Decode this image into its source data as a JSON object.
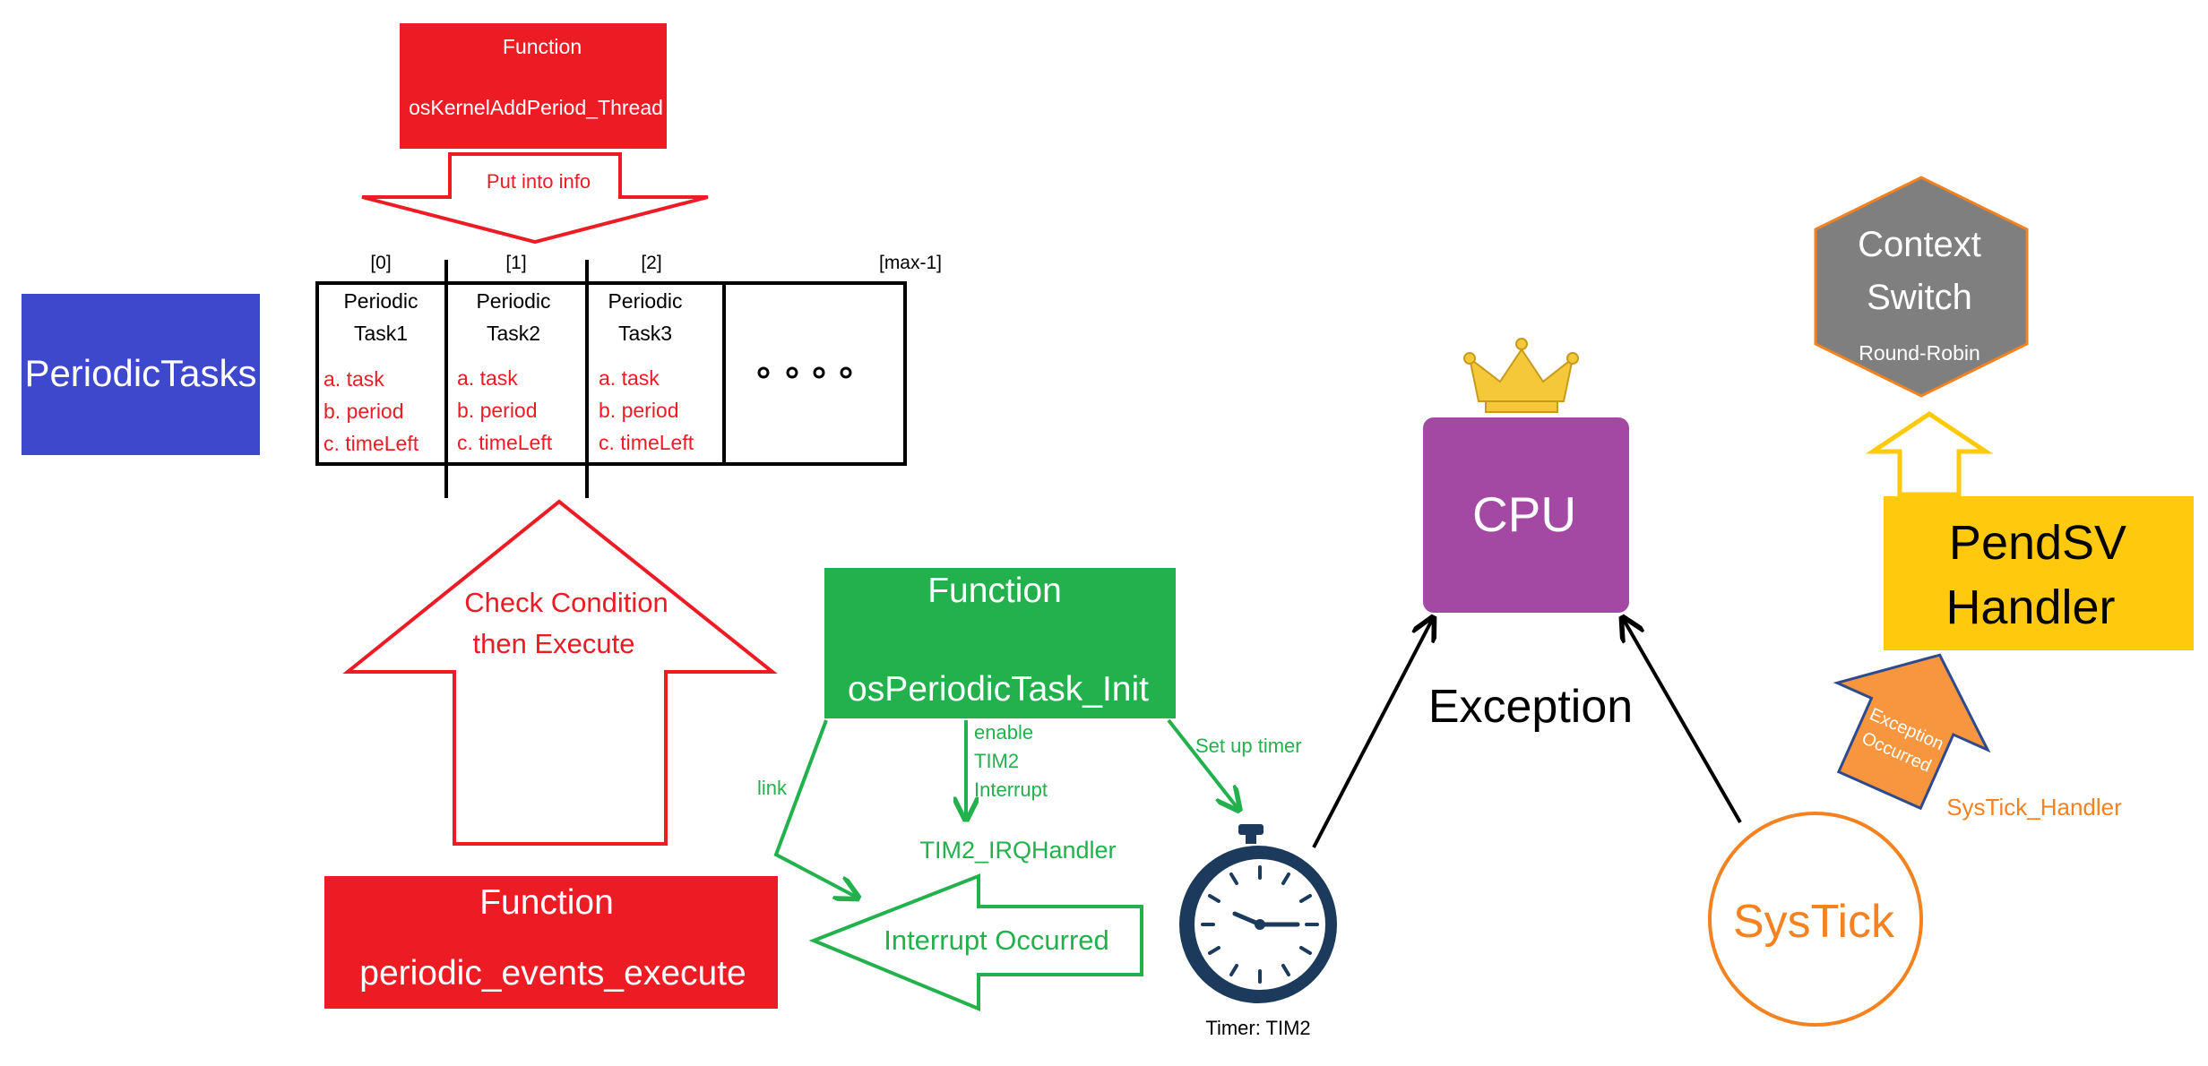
{
  "colors": {
    "red": "#ED1C24",
    "blue": "#3E48CC",
    "green": "#22B14C",
    "purple": "#A349A4",
    "yellow": "#FFC90E",
    "orange": "#F7963E",
    "orange_text": "#F58220",
    "gray": "#7F7F7F",
    "crown": "#F5C83A",
    "timer_dark": "#1B3A5C"
  },
  "add_thread_box": {
    "title": "Function",
    "name": "osKernelAddPeriod_Thread"
  },
  "put_arrow_label": "Put into info",
  "periodic_tasks_label": "PeriodicTasks",
  "array": {
    "indices": [
      "[0]",
      "[1]",
      "[2]",
      "[max-1]"
    ],
    "cells": [
      {
        "title_line1": "Periodic",
        "title_line2": "Task1",
        "fields": [
          "a. task",
          "b. period",
          "c. timeLeft"
        ]
      },
      {
        "title_line1": "Periodic",
        "title_line2": "Task2",
        "fields": [
          "a. task",
          "b. period",
          "c. timeLeft"
        ]
      },
      {
        "title_line1": "Periodic",
        "title_line2": "Task3",
        "fields": [
          "a. task",
          "b. period",
          "c. timeLeft"
        ]
      }
    ]
  },
  "check_arrow": {
    "line1": "Check Condition",
    "line2": "then Execute"
  },
  "execute_box": {
    "title": "Function",
    "name": "periodic_events_execute"
  },
  "init_box": {
    "title": "Function",
    "name": "osPeriodicTask_Init"
  },
  "link_label": "link",
  "enable_label": [
    "enable",
    "TIM2",
    "Interrupt"
  ],
  "setup_label": "Set up timer",
  "irq_handler_label": "TIM2_IRQHandler",
  "interrupt_arrow_label": "Interrupt Occurred",
  "timer_label": "Timer: TIM2",
  "cpu_label": "CPU",
  "exception_label": "Exception",
  "context_switch": {
    "line1": "Context",
    "line2": "Switch",
    "sub": "Round-Robin"
  },
  "pendsv": {
    "line1": "PendSV",
    "line2": "Handler"
  },
  "exception_occurred": {
    "line1": "Exception",
    "line2": "Occurred"
  },
  "systick_handler_label": "SysTick_Handler",
  "systick_label": "SysTick"
}
